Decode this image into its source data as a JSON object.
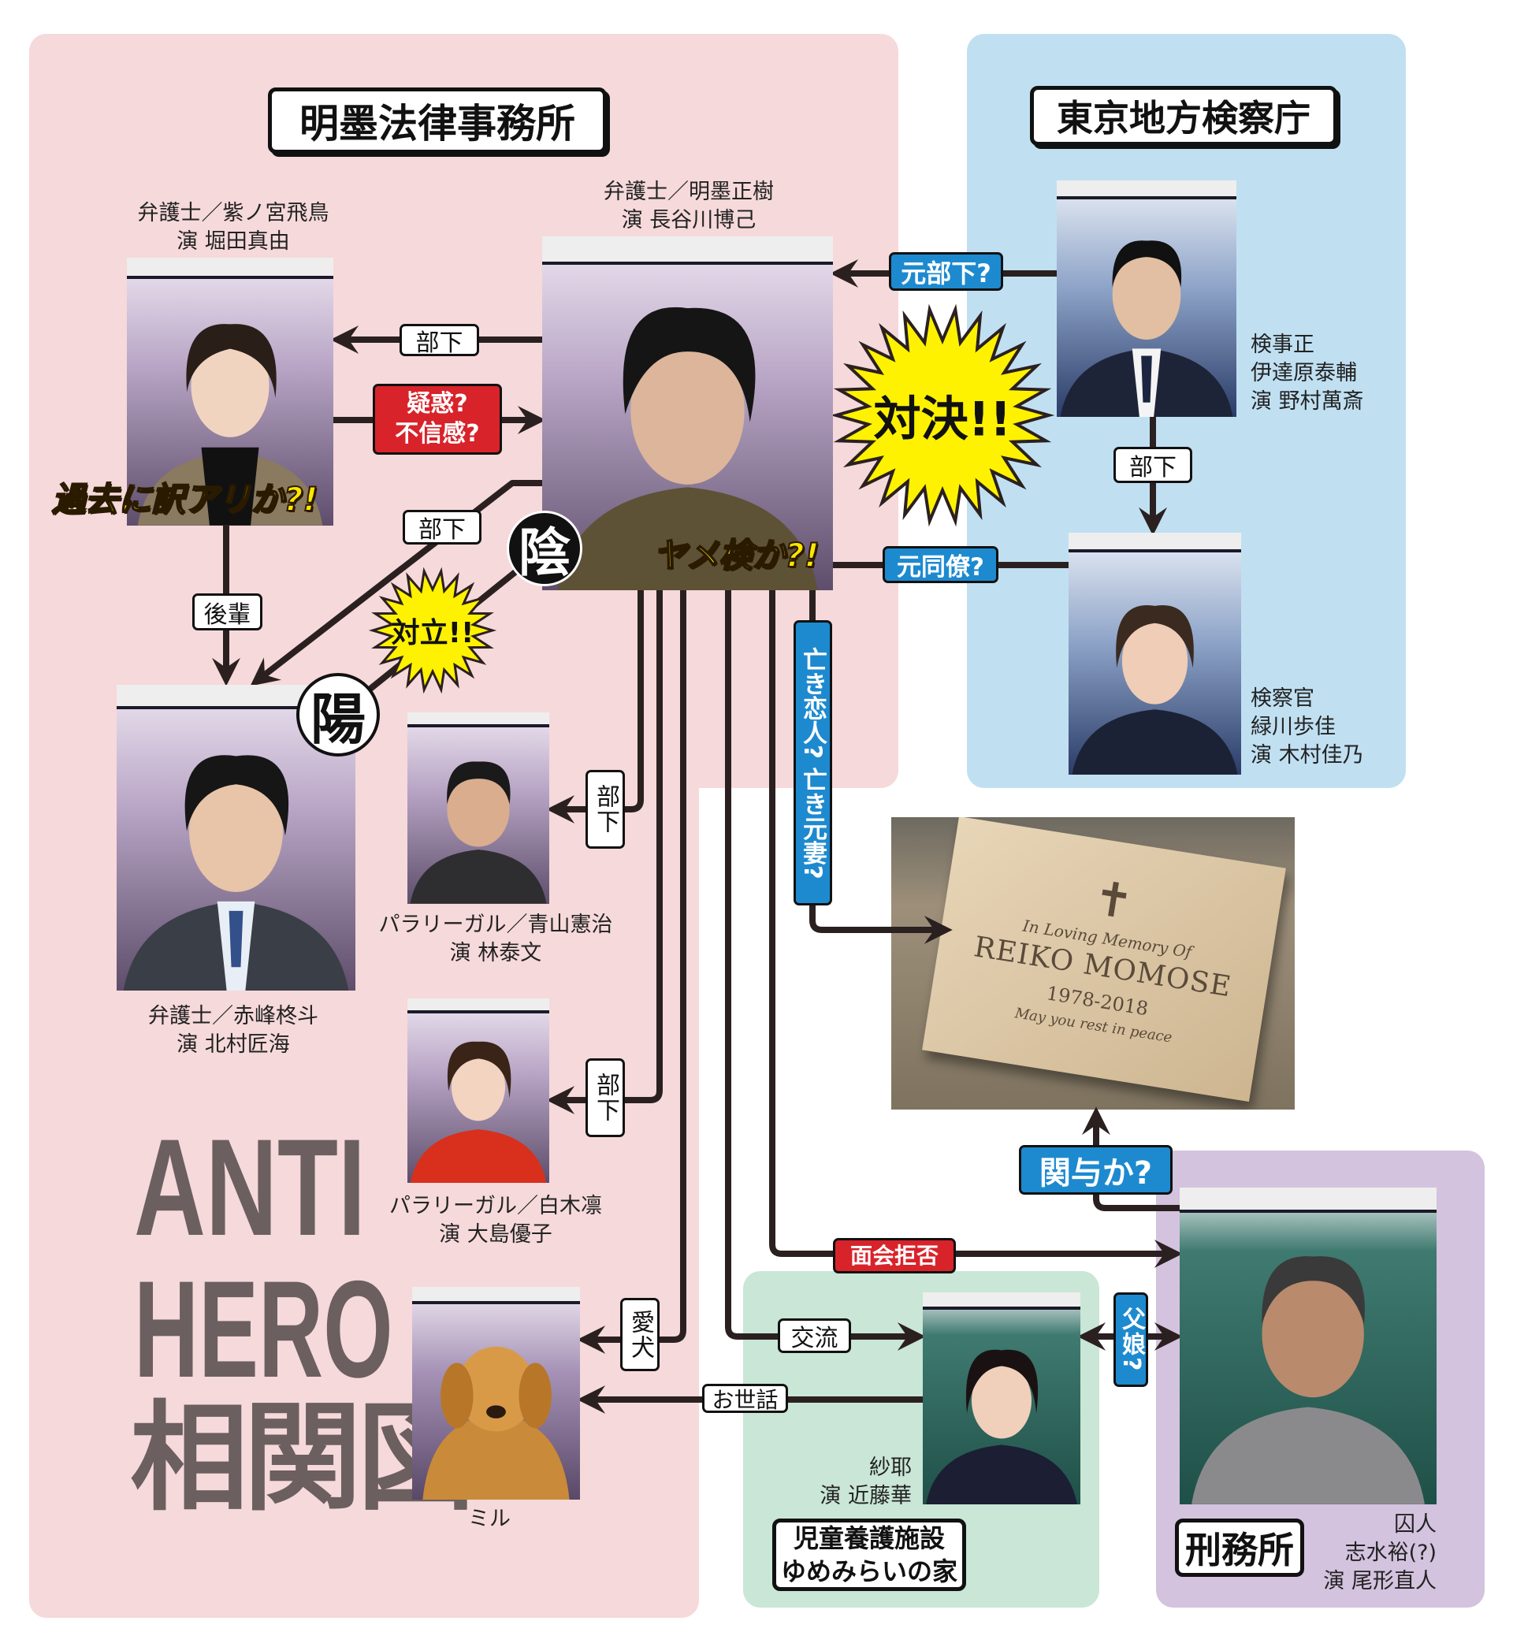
{
  "logo": {
    "line1": "ANTI",
    "line2": "HERO",
    "line3": "相関図"
  },
  "groups": {
    "law_firm": "明墨法律事務所",
    "prosecutors": "東京地方検察庁",
    "orphanage": {
      "line1": "児童養護施設",
      "line2": "ゆめみらいの家"
    },
    "prison": "刑務所"
  },
  "characters": {
    "meiboku": {
      "line1": "弁護士／明墨正樹",
      "line2": "演 長谷川博己"
    },
    "shinomiya": {
      "line1": "弁護士／紫ノ宮飛鳥",
      "line2": "演 堀田真由"
    },
    "akamine": {
      "line1": "弁護士／赤峰柊斗",
      "line2": "演 北村匠海"
    },
    "aoyama": {
      "line1": "パラリーガル／青山憲治",
      "line2": "演 林泰文"
    },
    "shiroki": {
      "line1": "パラリーガル／白木凛",
      "line2": "演 大島優子"
    },
    "miru": {
      "line1": "ミル"
    },
    "datehara": {
      "line1": "検事正",
      "line2": "伊達原泰輔",
      "line3": "演 野村萬斎"
    },
    "midorikawa": {
      "line1": "検察官",
      "line2": "緑川歩佳",
      "line3": "演 木村佳乃"
    },
    "saya": {
      "line1": "紗耶",
      "line2": "演 近藤華"
    },
    "shimizu": {
      "line1": "囚人",
      "line2": "志水裕(?)",
      "line3": "演 尾形直人"
    }
  },
  "relations": {
    "meiboku_shinomiya": "部下",
    "shinomiya_meiboku": {
      "line1": "疑惑?",
      "line2": "不信感?"
    },
    "meiboku_akamine": "部下",
    "shinomiya_akamine": "後輩",
    "meiboku_aoyama": "部下",
    "meiboku_shiroki": "部下",
    "meiboku_miru": "愛犬",
    "saya_miru": "お世話",
    "meiboku_saya": "交流",
    "shimizu_meiboku": "面会拒否",
    "meiboku_grave": "亡き恋人? 亡き元妻?",
    "shimizu_grave": "関与か?",
    "saya_shimizu": "父娘?",
    "datehara_meiboku": "元部下?",
    "datehara_midorikawa": "部下",
    "midorikawa_meiboku": "元同僚?"
  },
  "callouts": {
    "shinomiya_past": "過去に訳アリか?!",
    "meiboku_yameken": "ヤメ検か?!",
    "yin": "陰",
    "yang": "陽",
    "conflict": "対立!!",
    "showdown": "対決!!"
  },
  "grave": {
    "line1": "In Loving Memory Of",
    "line2": "REIKO MOMOSE",
    "line3": "1978-2018",
    "line4": "May you rest in peace"
  },
  "colors": {
    "law_firm_bg": "#f6d9da",
    "prosecutors_bg": "#c0e0f2",
    "orphanage_bg": "#c9e6d6",
    "prison_bg": "#d3c3de",
    "blue_tag": "#1d8ad0",
    "red_tag": "#d8232a",
    "callout_yellow": "#ffe600",
    "line": "#2b2020"
  }
}
